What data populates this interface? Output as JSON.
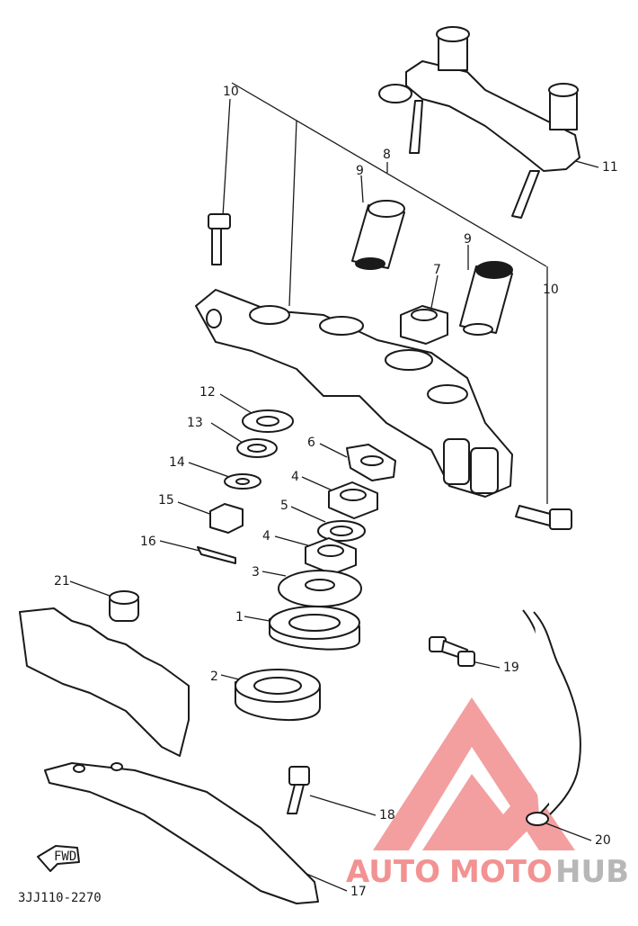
{
  "callouts": [
    {
      "id": "1",
      "label": "1"
    },
    {
      "id": "2",
      "label": "2"
    },
    {
      "id": "3",
      "label": "3"
    },
    {
      "id": "4a",
      "label": "4"
    },
    {
      "id": "4b",
      "label": "4"
    },
    {
      "id": "5",
      "label": "5"
    },
    {
      "id": "6",
      "label": "6"
    },
    {
      "id": "7",
      "label": "7"
    },
    {
      "id": "8",
      "label": "8"
    },
    {
      "id": "9a",
      "label": "9"
    },
    {
      "id": "9b",
      "label": "9"
    },
    {
      "id": "10a",
      "label": "10"
    },
    {
      "id": "10b",
      "label": "10"
    },
    {
      "id": "11",
      "label": "11"
    },
    {
      "id": "12",
      "label": "12"
    },
    {
      "id": "13",
      "label": "13"
    },
    {
      "id": "14",
      "label": "14"
    },
    {
      "id": "15",
      "label": "15"
    },
    {
      "id": "16",
      "label": "16"
    },
    {
      "id": "17",
      "label": "17"
    },
    {
      "id": "18",
      "label": "18"
    },
    {
      "id": "19",
      "label": "19"
    },
    {
      "id": "20",
      "label": "20"
    },
    {
      "id": "21",
      "label": "21"
    }
  ],
  "fwd_label": "FWD",
  "diagram_code": "3JJ110-2270",
  "watermark": {
    "part1": "AUTO",
    "part2": "MOTO",
    "part3": "HUB",
    "color_red": "#f08080",
    "color_gray": "#b0b0b0"
  }
}
